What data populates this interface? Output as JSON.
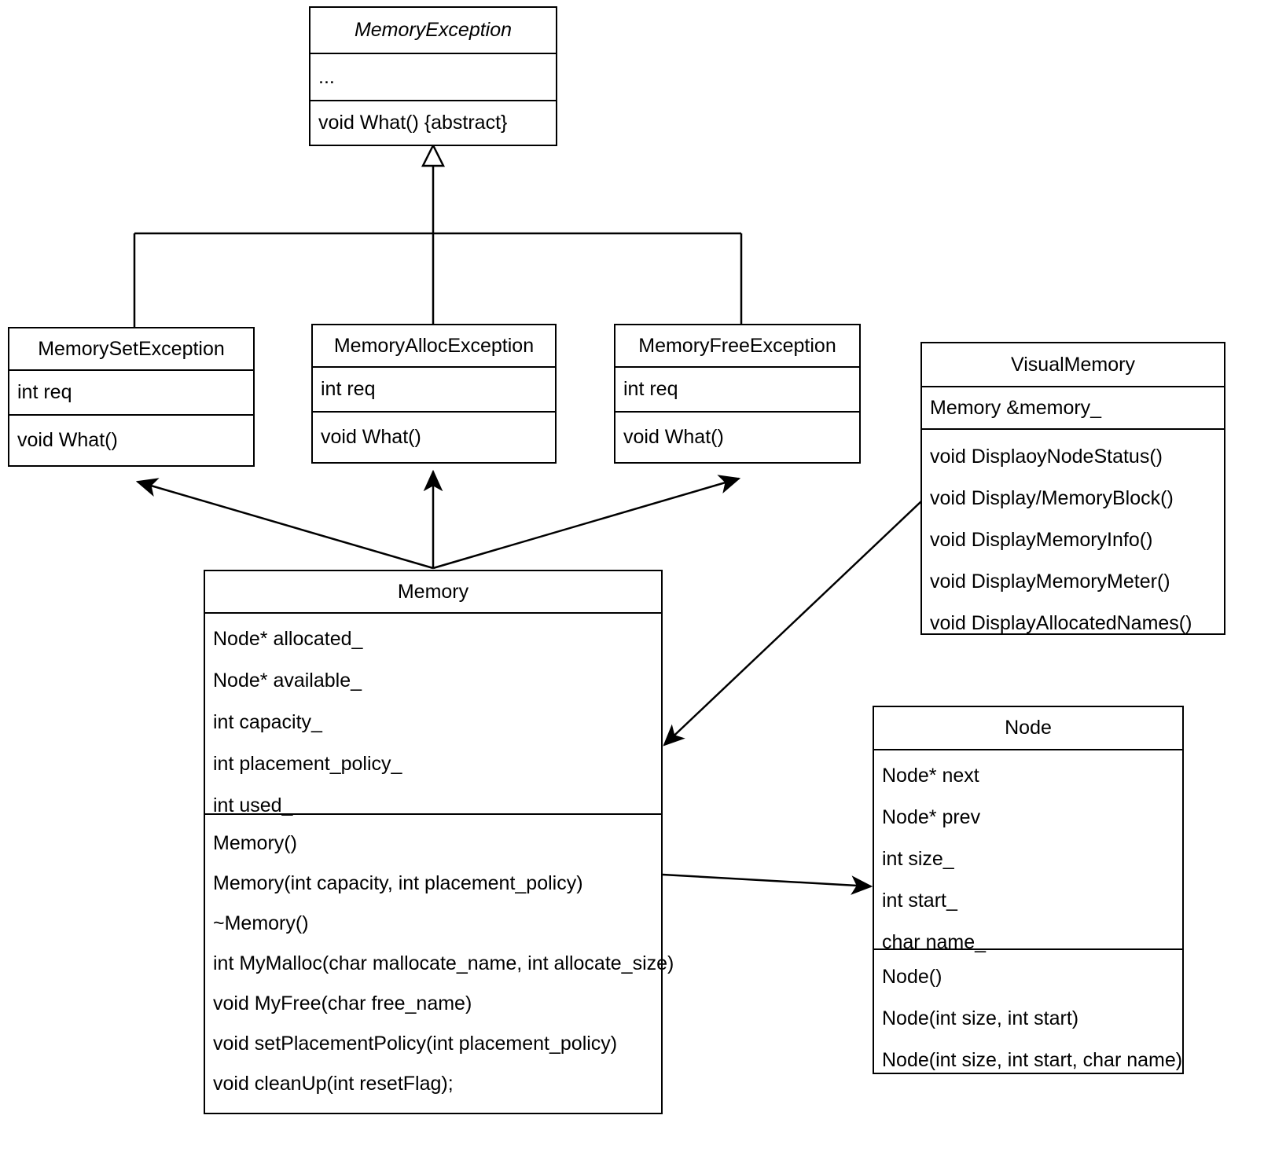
{
  "diagram": {
    "title": "Memory Management UML Class Diagram",
    "type": "uml-class-diagram",
    "stroke_color": "#000000",
    "background_color": "#ffffff"
  },
  "classes": {
    "memory_exception": {
      "name": "MemoryException",
      "is_abstract": true,
      "attributes": [
        "..."
      ],
      "methods": [
        "void What() {abstract}"
      ]
    },
    "memory_set_exception": {
      "name": "MemorySetException",
      "is_abstract": false,
      "attributes": [
        "int req"
      ],
      "methods": [
        "void What()"
      ]
    },
    "memory_alloc_exception": {
      "name": "MemoryAllocException",
      "is_abstract": false,
      "attributes": [
        "int req"
      ],
      "methods": [
        "void What()"
      ]
    },
    "memory_free_exception": {
      "name": "MemoryFreeException",
      "is_abstract": false,
      "attributes": [
        "int req"
      ],
      "methods": [
        "void What()"
      ]
    },
    "visual_memory": {
      "name": "VisualMemory",
      "is_abstract": false,
      "attributes": [
        "Memory &memory_"
      ],
      "methods": [
        "void DisplaoyNodeStatus()",
        "void Display/MemoryBlock()",
        "void DisplayMemoryInfo()",
        "void DisplayMemoryMeter()",
        "void DisplayAllocatedNames()"
      ]
    },
    "memory": {
      "name": "Memory",
      "is_abstract": false,
      "attributes": [
        "Node* allocated_",
        "Node* available_",
        "int capacity_",
        "int placement_policy_",
        "int used_"
      ],
      "methods": [
        "Memory()",
        "Memory(int capacity, int placement_policy)",
        "~Memory()",
        "int MyMalloc(char mallocate_name, int allocate_size)",
        "void MyFree(char free_name)",
        "void setPlacementPolicy(int placement_policy)",
        "void cleanUp(int resetFlag);"
      ]
    },
    "node": {
      "name": "Node",
      "is_abstract": false,
      "attributes": [
        "Node* next",
        "Node* prev",
        "int size_",
        "int start_",
        "char name_"
      ],
      "methods": [
        "Node()",
        "Node(int size, int start)",
        "Node(int size, int start, char name)"
      ]
    }
  },
  "relationships": [
    {
      "name": "generalization-set-to-exception",
      "from": "MemorySetException",
      "to": "MemoryException",
      "kind": "generalization"
    },
    {
      "name": "generalization-alloc-to-exception",
      "from": "MemoryAllocException",
      "to": "MemoryException",
      "kind": "generalization"
    },
    {
      "name": "generalization-free-to-exception",
      "from": "MemoryFreeException",
      "to": "MemoryException",
      "kind": "generalization"
    },
    {
      "name": "dependency-memory-to-set-exception",
      "from": "Memory",
      "to": "MemorySetException",
      "kind": "dependency"
    },
    {
      "name": "dependency-memory-to-alloc-exception",
      "from": "Memory",
      "to": "MemoryAllocException",
      "kind": "dependency"
    },
    {
      "name": "dependency-memory-to-free-exception",
      "from": "Memory",
      "to": "MemoryFreeException",
      "kind": "dependency"
    },
    {
      "name": "association-visualmemory-to-memory",
      "from": "VisualMemory",
      "to": "Memory",
      "kind": "association"
    },
    {
      "name": "association-memory-to-node",
      "from": "Memory",
      "to": "Node",
      "kind": "association"
    }
  ]
}
